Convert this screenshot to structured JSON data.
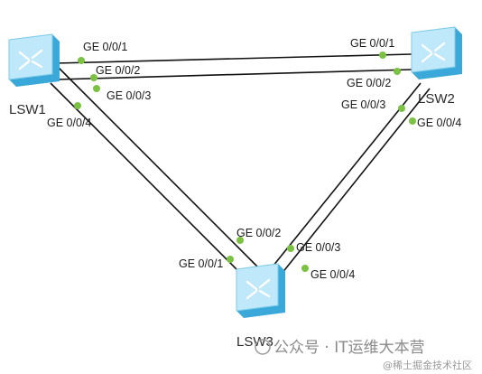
{
  "devices": [
    {
      "id": "lsw1",
      "label": "LSW1"
    },
    {
      "id": "lsw2",
      "label": "LSW2"
    },
    {
      "id": "lsw3",
      "label": "LSW3"
    }
  ],
  "ports": {
    "lsw1_p1": "GE 0/0/1",
    "lsw1_p2": "GE 0/0/2",
    "lsw1_p3": "GE 0/0/3",
    "lsw1_p4": "GE 0/0/4",
    "lsw2_p1": "GE 0/0/1",
    "lsw2_p2": "GE 0/0/2",
    "lsw2_p3": "GE 0/0/3",
    "lsw2_p4": "GE 0/0/4",
    "lsw3_p1": "GE 0/0/1",
    "lsw3_p2": "GE 0/0/2",
    "lsw3_p3": "GE 0/0/3",
    "lsw3_p4": "GE 0/0/4"
  },
  "links": [
    {
      "from": "lsw1",
      "from_port": "GE 0/0/1",
      "to": "lsw2",
      "to_port": "GE 0/0/1"
    },
    {
      "from": "lsw1",
      "from_port": "GE 0/0/2",
      "to": "lsw2",
      "to_port": "GE 0/0/2"
    },
    {
      "from": "lsw1",
      "from_port": "GE 0/0/3",
      "to": "lsw3",
      "to_port": "GE 0/0/2"
    },
    {
      "from": "lsw1",
      "from_port": "GE 0/0/4",
      "to": "lsw3",
      "to_port": "GE 0/0/1"
    },
    {
      "from": "lsw2",
      "from_port": "GE 0/0/3",
      "to": "lsw3",
      "to_port": "GE 0/0/3"
    },
    {
      "from": "lsw2",
      "from_port": "GE 0/0/4",
      "to": "lsw3",
      "to_port": "GE 0/0/4"
    }
  ],
  "colors": {
    "port_dot": "#7cc242",
    "link": "#111111",
    "switch_face": "#bfe9fb",
    "switch_side": "#3aa8d8"
  },
  "watermark": {
    "main": "公众号 · IT运维大本营",
    "corner": "@稀土掘金技术社区"
  }
}
